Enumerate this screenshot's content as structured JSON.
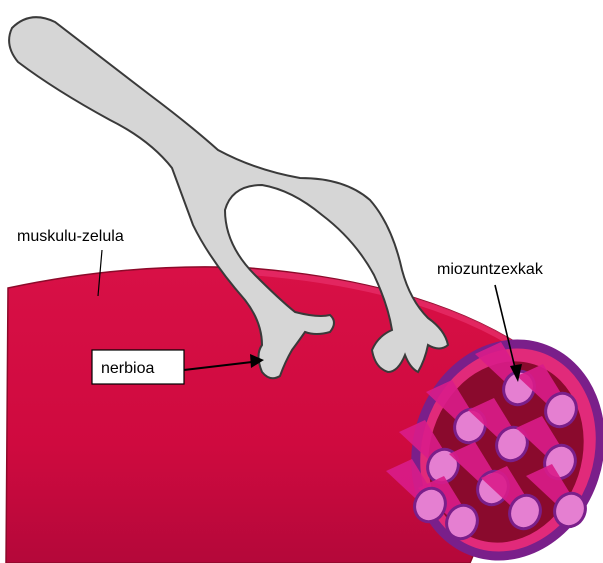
{
  "labels": {
    "muscle_cell": "muskulu-zelula",
    "myofibrils": "miozuntzexkak",
    "nerve": "nerbioa"
  },
  "colors": {
    "muscle_body": "#cf0a3f",
    "muscle_dark": "#8c0a2a",
    "cross_section_rim": "#7a1f8a",
    "cross_section_inner": "#e12a7a",
    "fibril_face": "#e57fd1",
    "fibril_side": "#d91c8a",
    "nerve_fill": "#d4d4d4",
    "nerve_outline": "#333333"
  },
  "myofibril_count": 11
}
